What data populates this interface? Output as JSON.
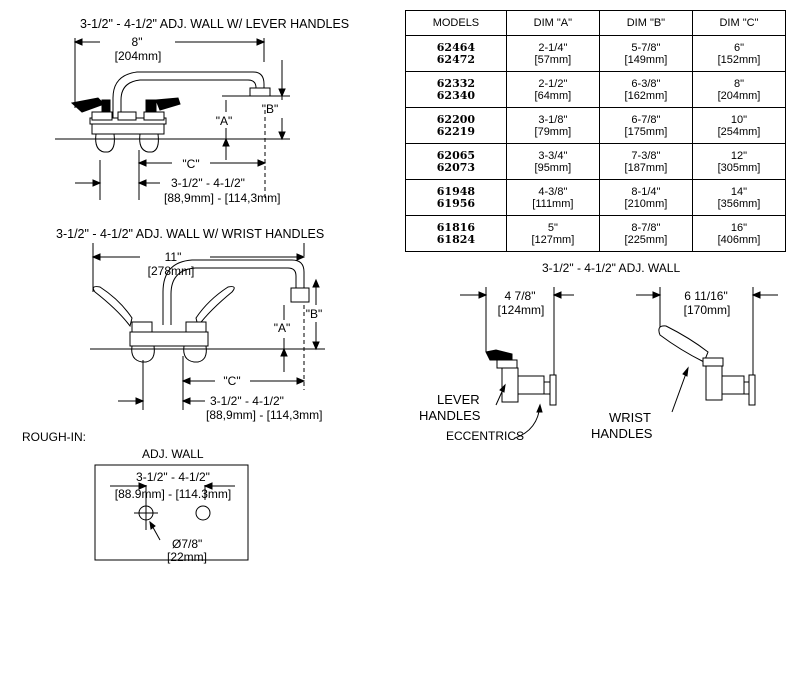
{
  "lever_diagram": {
    "title": "3-1/2\" - 4-1/2\"  ADJ. WALL W/ LEVER HANDLES",
    "spout_length": "8\"",
    "spout_length_mm": "[204mm]",
    "dim_a": "\"A\"",
    "dim_b": "\"B\"",
    "dim_c": "\"C\"",
    "centers": "3-1/2\" - 4-1/2\"",
    "centers_mm": "[88,9mm] - [114,3mm]"
  },
  "wrist_diagram": {
    "title": "3-1/2\" - 4-1/2\"  ADJ. WALL W/  WRIST HANDLES",
    "spout_length": "11\"",
    "spout_length_mm": "[278mm]",
    "dim_a": "\"A\"",
    "dim_b": "\"B\"",
    "dim_c": "\"C\"",
    "centers": "3-1/2\" - 4-1/2\"",
    "centers_mm": "[88,9mm] - [114,3mm]"
  },
  "rough_in": {
    "label": "ROUGH-IN:",
    "box_title": "ADJ. WALL",
    "centers": "3-1/2\" - 4-1/2\"",
    "centers_mm": "[88.9mm] - [114.3mm]",
    "hole": "Ø7/8\"",
    "hole_mm": "[22mm]"
  },
  "table": {
    "headers": [
      "MODELS",
      "DIM \"A\"",
      "DIM \"B\"",
      "DIM \"C\""
    ],
    "rows": [
      {
        "models": [
          "62464",
          "62472"
        ],
        "a": "2-1/4\"",
        "a_mm": "[57mm]",
        "b": "5-7/8\"",
        "b_mm": "[149mm]",
        "c": "6\"",
        "c_mm": "[152mm]"
      },
      {
        "models": [
          "62332",
          "62340"
        ],
        "a": "2-1/2\"",
        "a_mm": "[64mm]",
        "b": "6-3/8\"",
        "b_mm": "[162mm]",
        "c": "8\"",
        "c_mm": "[204mm]"
      },
      {
        "models": [
          "62200",
          "62219"
        ],
        "a": "3-1/8\"",
        "a_mm": "[79mm]",
        "b": "6-7/8\"",
        "b_mm": "[175mm]",
        "c": "10\"",
        "c_mm": "[254mm]"
      },
      {
        "models": [
          "62065",
          "62073"
        ],
        "a": "3-3/4\"",
        "a_mm": "[95mm]",
        "b": "7-3/8\"",
        "b_mm": "[187mm]",
        "c": "12\"",
        "c_mm": "[305mm]"
      },
      {
        "models": [
          "61948",
          "61956"
        ],
        "a": "4-3/8\"",
        "a_mm": "[111mm]",
        "b": "8-1/4\"",
        "b_mm": "[210mm]",
        "c": "14\"",
        "c_mm": "[356mm]"
      },
      {
        "models": [
          "61816",
          "61824"
        ],
        "a": "5\"",
        "a_mm": "[127mm]",
        "b": "8-7/8\"",
        "b_mm": "[225mm]",
        "c": "16\"",
        "c_mm": "[406mm]"
      }
    ]
  },
  "side_views": {
    "title": "3-1/2\" - 4-1/2\"  ADJ. WALL",
    "lever_depth": "4 7/8\"",
    "lever_depth_mm": "[124mm]",
    "wrist_depth": "6 11/16\"",
    "wrist_depth_mm": "[170mm]",
    "lever_label_1": "LEVER",
    "lever_label_2": "HANDLES",
    "eccentrics_label": "ECCENTRICS",
    "wrist_label_1": "WRIST",
    "wrist_label_2": "HANDLES"
  }
}
